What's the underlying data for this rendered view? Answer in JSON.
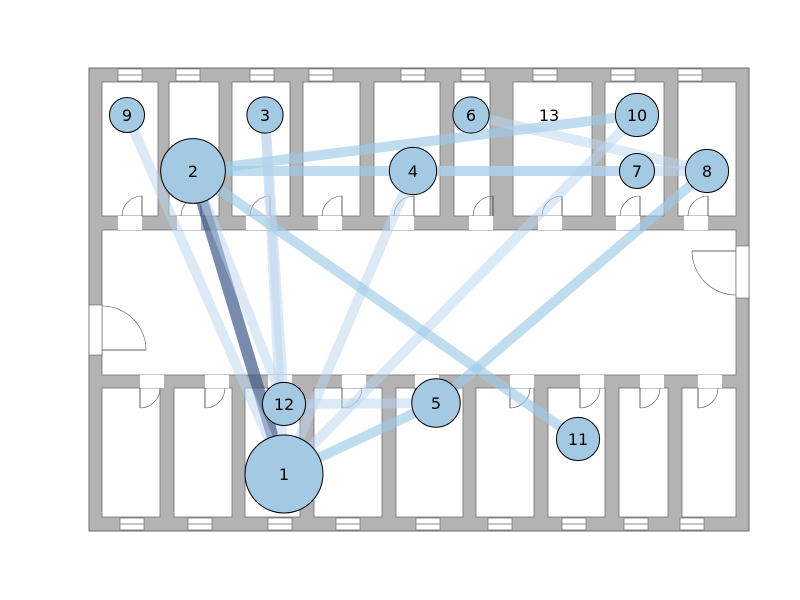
{
  "colors": {
    "wall": "#b3b3b3",
    "wall_stroke": "#6e6e6e",
    "room_fill": "#ffffff",
    "node_fill": "#a3c9e3",
    "node_stroke": "#000000",
    "edge_light": "#b9d4ee",
    "edge_mid": "#9dcbe6",
    "edge_dark": "#3f5a8a"
  },
  "nodes": [
    {
      "id": "1",
      "label": "1",
      "weight": 1.0
    },
    {
      "id": "2",
      "label": "2",
      "weight": 0.77
    },
    {
      "id": "3",
      "label": "3",
      "weight": 0.28
    },
    {
      "id": "4",
      "label": "4",
      "weight": 0.47
    },
    {
      "id": "5",
      "label": "5",
      "weight": 0.49
    },
    {
      "id": "6",
      "label": "6",
      "weight": 0.28
    },
    {
      "id": "7",
      "label": "7",
      "weight": 0.26
    },
    {
      "id": "8",
      "label": "8",
      "weight": 0.4
    },
    {
      "id": "9",
      "label": "9",
      "weight": 0.26
    },
    {
      "id": "10",
      "label": "10",
      "weight": 0.4
    },
    {
      "id": "11",
      "label": "11",
      "weight": 0.4
    },
    {
      "id": "12",
      "label": "12",
      "weight": 0.4
    },
    {
      "id": "13",
      "label": "13",
      "weight": 0
    }
  ],
  "edges": [
    {
      "from": "1",
      "to": "2",
      "strength": 1.0,
      "tone": "dark"
    },
    {
      "from": "1",
      "to": "9",
      "strength": 0.5,
      "tone": "light"
    },
    {
      "from": "1",
      "to": "3",
      "strength": 0.5,
      "tone": "light"
    },
    {
      "from": "1",
      "to": "4",
      "strength": 0.5,
      "tone": "light"
    },
    {
      "from": "1",
      "to": "5",
      "strength": 0.6,
      "tone": "mid"
    },
    {
      "from": "1",
      "to": "10",
      "strength": 0.5,
      "tone": "light"
    },
    {
      "from": "2",
      "to": "12",
      "strength": 0.5,
      "tone": "light"
    },
    {
      "from": "2",
      "to": "11",
      "strength": 0.6,
      "tone": "mid"
    },
    {
      "from": "2",
      "to": "10",
      "strength": 0.6,
      "tone": "mid"
    },
    {
      "from": "2",
      "to": "7",
      "strength": 0.6,
      "tone": "mid"
    },
    {
      "from": "4",
      "to": "8",
      "strength": 0.5,
      "tone": "light"
    },
    {
      "from": "5",
      "to": "8",
      "strength": 0.6,
      "tone": "mid"
    },
    {
      "from": "6",
      "to": "8",
      "strength": 0.5,
      "tone": "light"
    },
    {
      "from": "3",
      "to": "12",
      "strength": 0.5,
      "tone": "light"
    },
    {
      "from": "12",
      "to": "5",
      "strength": 0.5,
      "tone": "light"
    }
  ]
}
